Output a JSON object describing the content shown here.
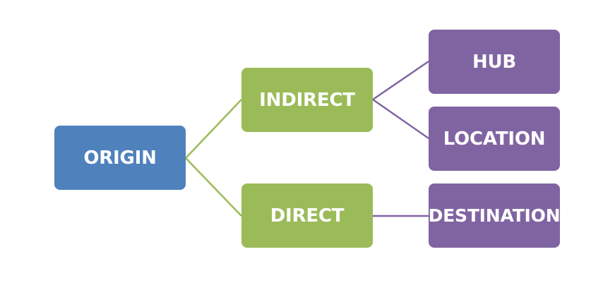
{
  "diagram": {
    "nodes": {
      "origin": "ORIGIN",
      "indirect": "INDIRECT",
      "direct": "DIRECT",
      "hub": "HUB",
      "location": "LOCATION",
      "destination": "DESTINATION"
    },
    "colors": {
      "origin": "#4f81bd",
      "level1": "#9bbb59",
      "level2": "#8064a2",
      "connector_level1": "#9bbb59",
      "connector_level2": "#8064a2"
    },
    "edges": [
      {
        "from": "ORIGIN",
        "to": "INDIRECT"
      },
      {
        "from": "ORIGIN",
        "to": "DIRECT"
      },
      {
        "from": "INDIRECT",
        "to": "HUB"
      },
      {
        "from": "INDIRECT",
        "to": "LOCATION"
      },
      {
        "from": "DIRECT",
        "to": "DESTINATION"
      }
    ]
  }
}
